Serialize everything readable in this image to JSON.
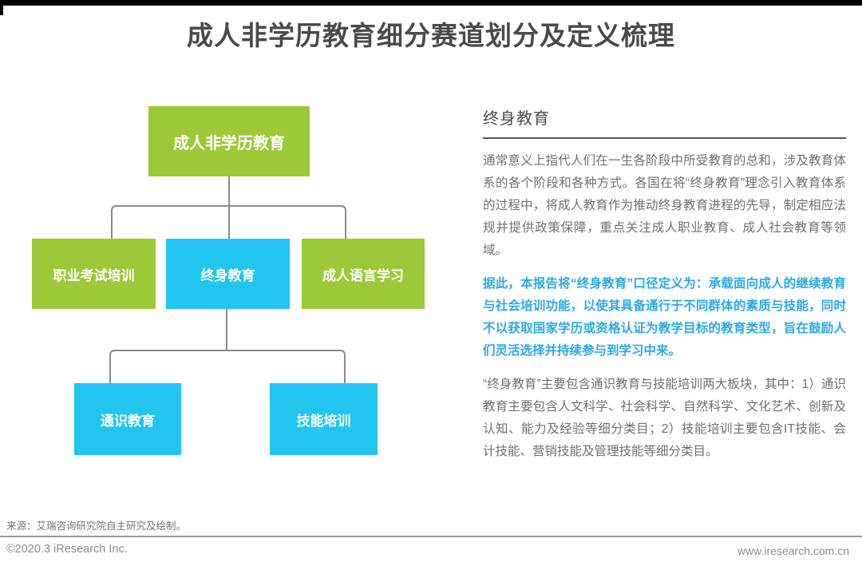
{
  "page": {
    "title": "成人非学历教育细分赛道划分及定义梳理"
  },
  "tree": {
    "root": {
      "label": "成人非学历教育",
      "color": "green"
    },
    "level2": [
      {
        "label": "职业考试培训",
        "color": "green"
      },
      {
        "label": "终身教育",
        "color": "cyan"
      },
      {
        "label": "成人语言学习",
        "color": "green"
      }
    ],
    "level3": [
      {
        "label": "通识教育",
        "color": "cyan"
      },
      {
        "label": "技能培训",
        "color": "cyan"
      }
    ]
  },
  "panel": {
    "heading": "终身教育",
    "paragraph1": "通常意义上指代人们在一生各阶段中所受教育的总和，涉及教育体系的各个阶段和各种方式。各国在将“终身教育”理念引入教育体系的过程中，将成人教育作为推动终身教育进程的先导，制定相应法规并提供政策保障，重点关注成人职业教育、成人社会教育等领域。",
    "paragraph2": "据此，本报告将“终身教育”口径定义为：承载面向成人的继续教育与社会培训功能，以使其具备通行于不同群体的素质与技能，同时不以获取国家学历或资格认证为教学目标的教育类型，旨在鼓励人们灵活选择并持续参与到学习中来。",
    "paragraph3": "“终身教育”主要包含通识教育与技能培训两大板块，其中：1）通识教育主要包含人文科学、社会科学、自然科学、文化艺术、创新及认知、能力及经验等细分类目；2）技能培训主要包含IT技能、会计技能、营销技能及管理技能等细分类目。"
  },
  "source": "来源：艾瑞咨询研究院自主研究及绘制。",
  "footer": {
    "left": "©2020.3 iResearch Inc.",
    "right": "www.iresearch.com.cn"
  },
  "colors": {
    "green": "#9bc938",
    "cyan": "#22c5f0",
    "blue_text": "#2ba9e2",
    "gray_text": "#6f6f6f",
    "heading": "#4a4a4a",
    "connector": "#8a8a8a"
  }
}
